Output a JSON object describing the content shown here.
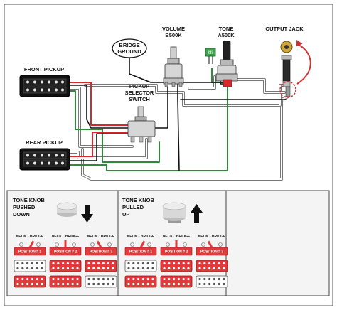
{
  "labels": {
    "volume_line1": "VOLUME",
    "volume_line2": "B500K",
    "tone_line1": "TONE",
    "tone_line2": "A500K",
    "output_jack": "OUTPUT JACK",
    "bridge_ground_line1": "BRIDGE",
    "bridge_ground_line2": "GROUND",
    "front_pickup": "FRONT PICKUP",
    "rear_pickup": "REAR PICKUP",
    "selector_line1": "PICKUP",
    "selector_line2": "SELECTOR",
    "selector_line3": "SWITCH",
    "cap_value": "223"
  },
  "legend": {
    "pushed": {
      "line1": "TONE KNOB",
      "line2": "PUSHED",
      "line3": "DOWN"
    },
    "pulled": {
      "line1": "TONE KNOB",
      "line2": "PULLED",
      "line3": "UP"
    },
    "neck_bridge": "NECK↔BRIDGE",
    "positions": [
      "POSITION # 1",
      "POSITION # 2",
      "POSITION # 3"
    ]
  },
  "colors": {
    "wire_red": "#d9262b",
    "wire_green": "#2e8b3a",
    "wire_black": "#111111",
    "accent_red": "#d32f2f",
    "cap_green": "#3aa64a",
    "position_red": "#e23a3a"
  }
}
